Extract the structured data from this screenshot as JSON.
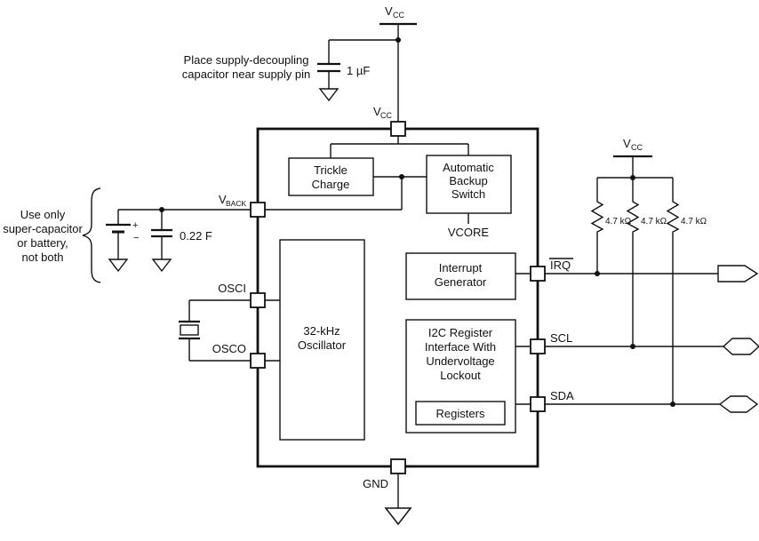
{
  "top_supply": {
    "v": "V",
    "sub": "CC",
    "note1": "Place supply-decoupling",
    "note2": "capacitor near supply pin",
    "cap": "1 µF"
  },
  "ic": {
    "pin_vcc_v": "V",
    "pin_vcc_sub": "CC",
    "pin_vback_v": "V",
    "pin_vback_sub": "BACK",
    "pin_osci": "OSCI",
    "pin_osco": "OSCO",
    "pin_irq": "IRQ",
    "pin_scl": "SCL",
    "pin_sda": "SDA",
    "pin_gnd": "GND",
    "trickle1": "Trickle",
    "trickle2": "Charge",
    "abs1": "Automatic",
    "abs2": "Backup",
    "abs3": "Switch",
    "vcore": "VCORE",
    "osc1": "32-kHz",
    "osc2": "Oscillator",
    "int1": "Interrupt",
    "int2": "Generator",
    "i2c1": "I2C Register",
    "i2c2": "Interface With",
    "i2c3": "Undervoltage",
    "i2c4": "Lockout",
    "registers": "Registers"
  },
  "left": {
    "note1": "Use only",
    "note2": "super-capacitor",
    "note3": "or battery,",
    "note4": "not both",
    "plus": "+",
    "minus": "−",
    "cap": "0.22 F"
  },
  "right": {
    "v": "V",
    "sub": "CC",
    "r1": "4.7 kΩ",
    "r2": "4.7 kΩ",
    "r3": "4.7 kΩ"
  }
}
